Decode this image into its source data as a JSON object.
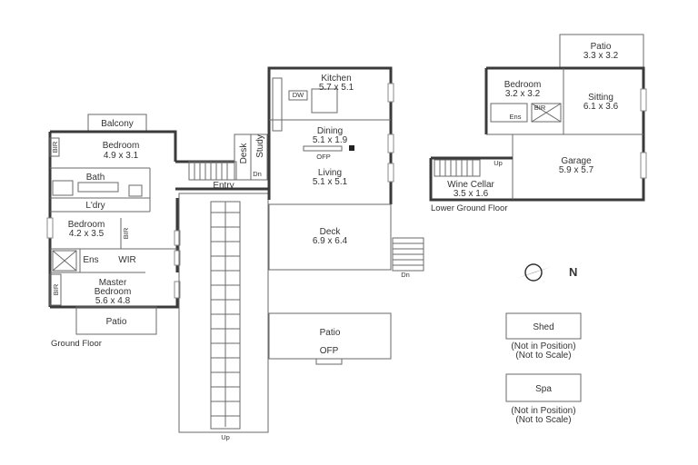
{
  "floors": {
    "ground": "Ground Floor",
    "lower": "Lower Ground Floor"
  },
  "rooms": {
    "balcony": "Balcony",
    "bedroom1": {
      "name": "Bedroom",
      "size": "4.9 x 3.1"
    },
    "bath": "Bath",
    "laundry": "L'dry",
    "bedroom2": {
      "name": "Bedroom",
      "size": "4.2 x 3.5"
    },
    "ens": "Ens",
    "wir": "WIR",
    "master": {
      "name": "Master",
      "name2": "Bedroom",
      "size": "5.6 x 4.8"
    },
    "patio_ground": "Patio",
    "br1": "BIR",
    "br2": "BIR",
    "br3": "BIR",
    "desk": "Desk",
    "study": "Study",
    "entry": "Entry",
    "dn1": "Dn",
    "kitchen": {
      "name": "Kitchen",
      "size": "5.7 x 5.1"
    },
    "dw": "DW",
    "dining": {
      "name": "Dining",
      "size": "5.1 x 1.9"
    },
    "ofp1": "OFP",
    "living": {
      "name": "Living",
      "size": "5.1 x 5.1"
    },
    "deck": {
      "name": "Deck",
      "size": "6.9 x 6.4"
    },
    "dn2": "Dn",
    "patio_main": "Patio",
    "ofp2": "OFP",
    "up_main": "Up",
    "patio_lower": {
      "name": "Patio",
      "size": "3.3 x 3.2"
    },
    "bedroom_lower": {
      "name": "Bedroom",
      "size": "3.2 x 3.2"
    },
    "sitting": {
      "name": "Sitting",
      "size": "6.1 x 3.6"
    },
    "bir_lower": "BIR",
    "ens_lower": "Ens",
    "garage": {
      "name": "Garage",
      "size": "5.9 x 5.7"
    },
    "wine": {
      "name": "Wine Cellar",
      "size": "3.5 x 1.6"
    },
    "up_lower": "Up"
  },
  "compass": "N",
  "shed": {
    "name": "Shed",
    "note1": "(Not in Position)",
    "note2": "(Not to Scale)"
  },
  "spa": {
    "name": "Spa",
    "note1": "(Not in Position)",
    "note2": "(Not to Scale)"
  },
  "colors": {
    "wall": "#3a3a3a",
    "text": "#333333",
    "background": "#ffffff"
  }
}
